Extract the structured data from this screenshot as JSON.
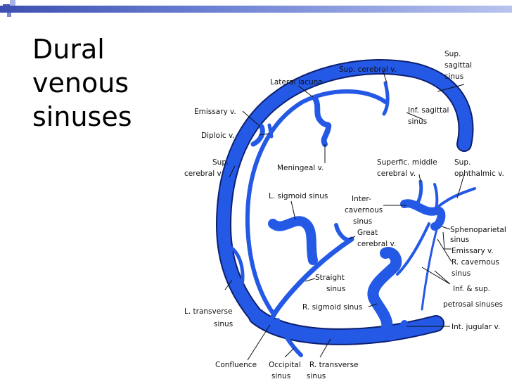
{
  "slide": {
    "title_lines": [
      "Dural",
      "venous",
      "sinuses"
    ]
  },
  "diagram": {
    "labels": {
      "sup_sagittal_1": "Sup.",
      "sup_sagittal_2": "sagittal",
      "sup_sagittal_3": "sinus",
      "sup_cerebral_top": "Sup. cerebral v.",
      "lateral_lacuna": "Lateral lacuna",
      "emissary_left": "Emissary v.",
      "diploic": "Diploic v.",
      "inf_sagittal_1": "Inf. sagittal",
      "inf_sagittal_2": "sinus",
      "sup_cerebral_left_1": "Sup.",
      "sup_cerebral_left_2": "cerebral v.",
      "meningeal": "Meningeal v.",
      "superf_middle_1": "Superfic. middle",
      "superf_middle_2": "cerebral v.",
      "sup_ophthalmic_1": "Sup.",
      "sup_ophthalmic_2": "ophthalmic v.",
      "l_sigmoid": "L. sigmoid sinus",
      "intercav_1": "Inter-",
      "intercav_2": "cavernous",
      "intercav_3": "sinus",
      "great_1": "Great",
      "great_2": "cerebral v.",
      "sphenoparietal_1": "Sphenoparietal",
      "sphenoparietal_2": "sinus",
      "emissary_right": "Emissary v.",
      "r_cavernous_1": "R. cavernous",
      "r_cavernous_2": "sinus",
      "straight_1": "Straight",
      "straight_2": "sinus",
      "inf_sup_petrosal_1": "Inf. & sup.",
      "inf_sup_petrosal_2": "petrosal sinuses",
      "r_sigmoid": "R. sigmoid sinus",
      "l_transverse_1": "L. transverse",
      "l_transverse_2": "sinus",
      "int_jugular": "Int. jugular v.",
      "confluence": "Confluence",
      "occipital_1": "Occipital",
      "occipital_2": "sinus",
      "r_transverse_1": "R. transverse",
      "r_transverse_2": "sinus"
    },
    "colors": {
      "sinus_fill": "#2459e6",
      "sinus_edge": "#0d1f6e",
      "text": "#111111",
      "header_bar": "#3d4fb0"
    }
  }
}
